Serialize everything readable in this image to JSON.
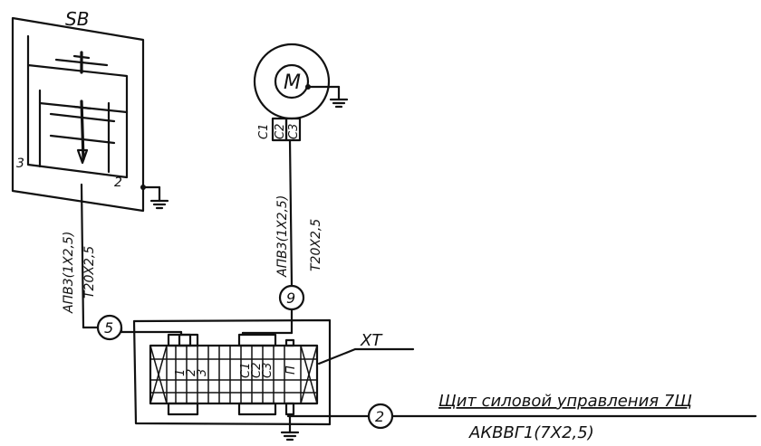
{
  "switch_box": {
    "label": "SB",
    "terminal_left": "3",
    "terminal_right": "2"
  },
  "motor": {
    "symbol": "M",
    "terminals": [
      "C1",
      "C2",
      "C3"
    ]
  },
  "cable_left": {
    "spec": "АПВ3(1Х2,5)",
    "conduit": "Т20Х2,5",
    "marker": "5"
  },
  "cable_right": {
    "spec": "АПВ3(1Х2,5)",
    "conduit": "Т20Х2,5",
    "marker": "9"
  },
  "terminal_block": {
    "label": "XT",
    "terminals": [
      "1",
      "2",
      "3",
      "C1",
      "C2",
      "C3",
      "П"
    ]
  },
  "output_cable": {
    "marker": "2",
    "destination": "Щит силовой управления 7Щ",
    "cable": "АКВВГ1(7Х2,5)"
  }
}
